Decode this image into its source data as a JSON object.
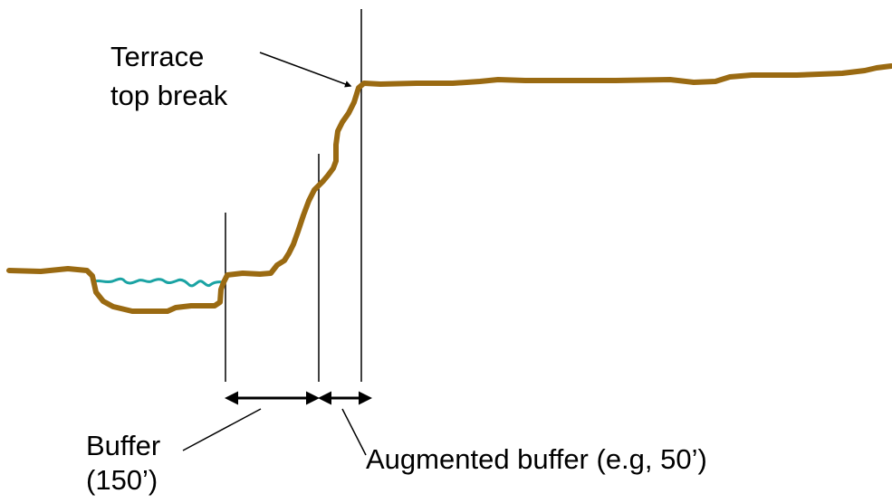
{
  "labels": {
    "terrace_line1": "Terrace",
    "terrace_line2": "top break",
    "buffer_line1": "Buffer",
    "buffer_line2": "(150’)",
    "augmented": "Augmented buffer (e.g, 50’)"
  },
  "colors": {
    "ground": "#9a6a12",
    "water": "#1aa3a3",
    "lines": "#000000"
  }
}
